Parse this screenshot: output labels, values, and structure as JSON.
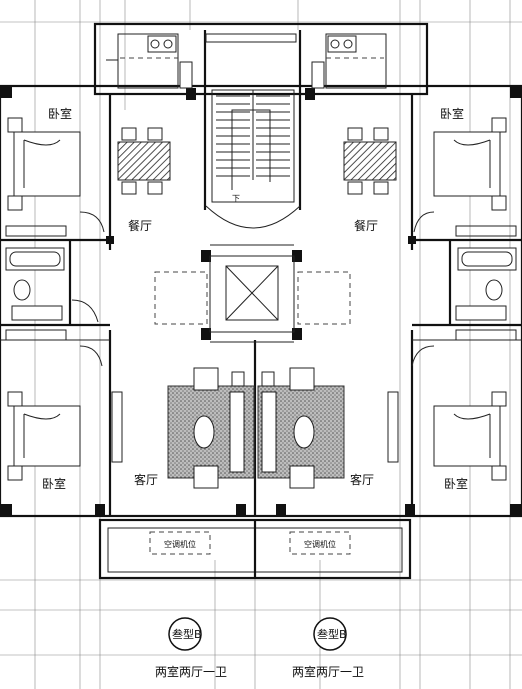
{
  "labels": {
    "bedroom_top_left": "卧室",
    "bedroom_top_right": "卧室",
    "dining_left": "餐厅",
    "dining_right": "餐厅",
    "stair_down": "下",
    "bedroom_bottom_left": "卧室",
    "living_left": "客厅",
    "living_right": "客厅",
    "bedroom_bottom_right": "卧室",
    "ac_left": "空调机位",
    "ac_right": "空调机位"
  },
  "units": [
    {
      "badge": "叁型B",
      "caption": "两室两厅一卫"
    },
    {
      "badge": "叁型B",
      "caption": "两室两厅一卫"
    }
  ]
}
